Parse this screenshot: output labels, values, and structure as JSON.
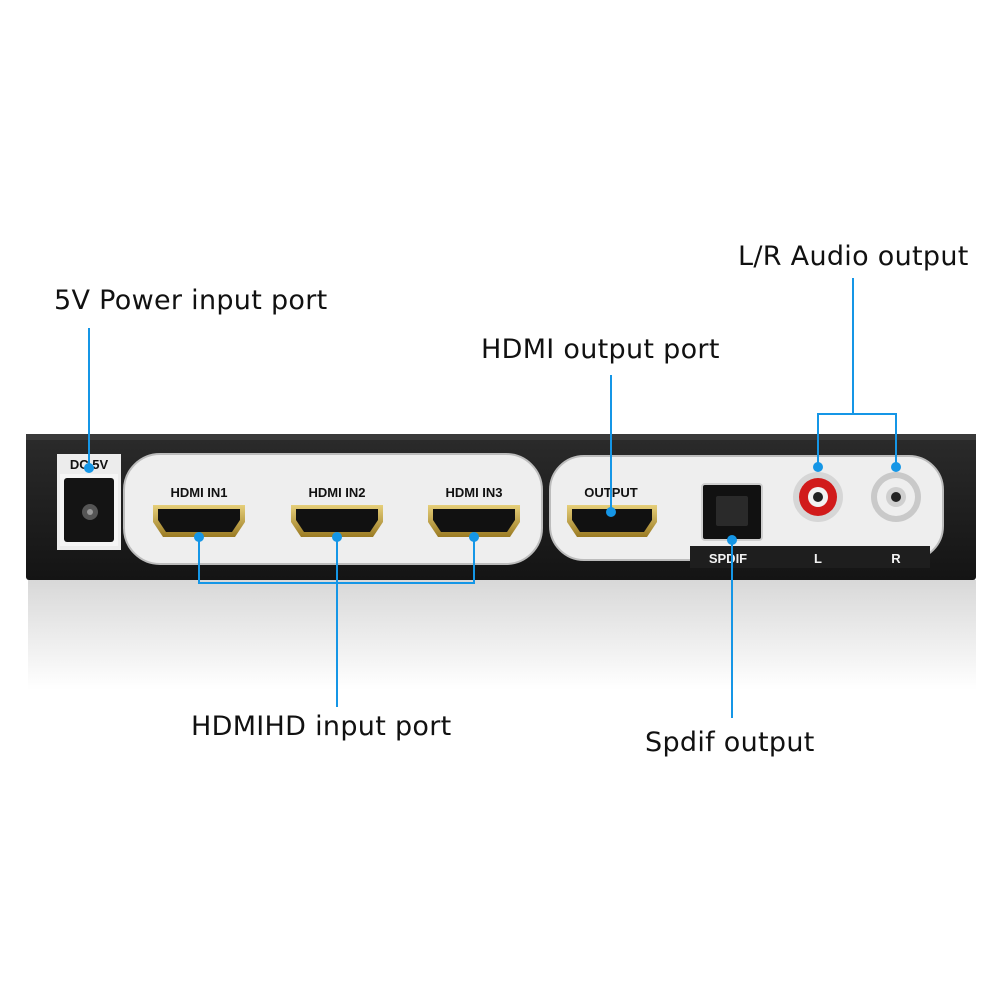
{
  "callouts": {
    "power": "5V Power input port",
    "hdmi_output": "HDMI output port",
    "audio_output": "L/R Audio output",
    "hdmi_input": "HDMIHD input port",
    "spdif_output": "Spdif output"
  },
  "panel": {
    "dc_label": "DC 5V",
    "inputs": [
      "HDMI IN1",
      "HDMI IN2",
      "HDMI IN3"
    ],
    "output_label": "OUTPUT",
    "spdif_label": "SPDIF",
    "audio_left_label": "L",
    "audio_right_label": "R"
  },
  "colors": {
    "leader": "#1596e6",
    "chassis": "#1e1e1e",
    "panel_fill": "#eeeeee",
    "port_gold": "#b89a3a",
    "rca_left": "#d11a1a",
    "rca_right": "#e2e2e2"
  }
}
